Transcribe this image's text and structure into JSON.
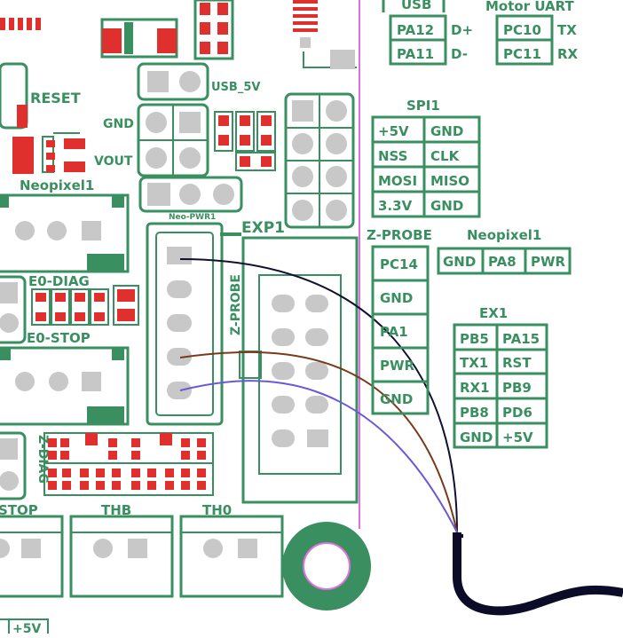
{
  "colors": {
    "green": "#3a8f61",
    "red": "#e0302d",
    "pad": "#c8c8c8",
    "board_edge": "#e070e0",
    "wire_black": "#101030",
    "wire_brown": "#7a3a18",
    "wire_violet": "#6a58d8",
    "cable": "#0c0c28"
  },
  "board": {
    "reset": "RESET",
    "usb_5v": "USB_5V",
    "gnd": "GND",
    "vout": "VOUT",
    "neopixel1": "Neopixel1",
    "neo_pwr1": "Neo-PWR1",
    "e0_diag": "E0-DIAG",
    "e0_stop": "E0-STOP",
    "z_probe": "Z-PROBE",
    "exp1": "EXP1",
    "z_diag": "Z-DIAG",
    "stop": "STOP",
    "thb": "THB",
    "th0": "TH0",
    "plus5v": "+5V"
  },
  "legend": {
    "usb": {
      "title": "USB",
      "rows": [
        {
          "pin": "PA12",
          "fn": "D+"
        },
        {
          "pin": "PA11",
          "fn": "D-"
        }
      ]
    },
    "motor_uart": {
      "title": "Motor UART",
      "rows": [
        {
          "pin": "PC10",
          "fn": "TX"
        },
        {
          "pin": "PC11",
          "fn": "RX"
        }
      ]
    },
    "spi1": {
      "title": "SPI1",
      "rows": [
        [
          "+5V",
          "GND"
        ],
        [
          "NSS",
          "CLK"
        ],
        [
          "MOSI",
          "MISO"
        ],
        [
          "3.3V",
          "GND"
        ]
      ]
    },
    "zprobe": {
      "title": "Z-PROBE",
      "pins": [
        "PC14",
        "GND",
        "PA1",
        "PWR",
        "GND"
      ]
    },
    "neopixel1": {
      "title": "Neopixel1",
      "pins": [
        "GND",
        "PA8",
        "PWR"
      ]
    },
    "ex1": {
      "title": "EX1",
      "rows": [
        [
          "PB5",
          "PA15"
        ],
        [
          "TX1",
          "RST"
        ],
        [
          "RX1",
          "PB9"
        ],
        [
          "PB8",
          "PD6"
        ],
        [
          "GND",
          "+5V"
        ]
      ]
    }
  }
}
